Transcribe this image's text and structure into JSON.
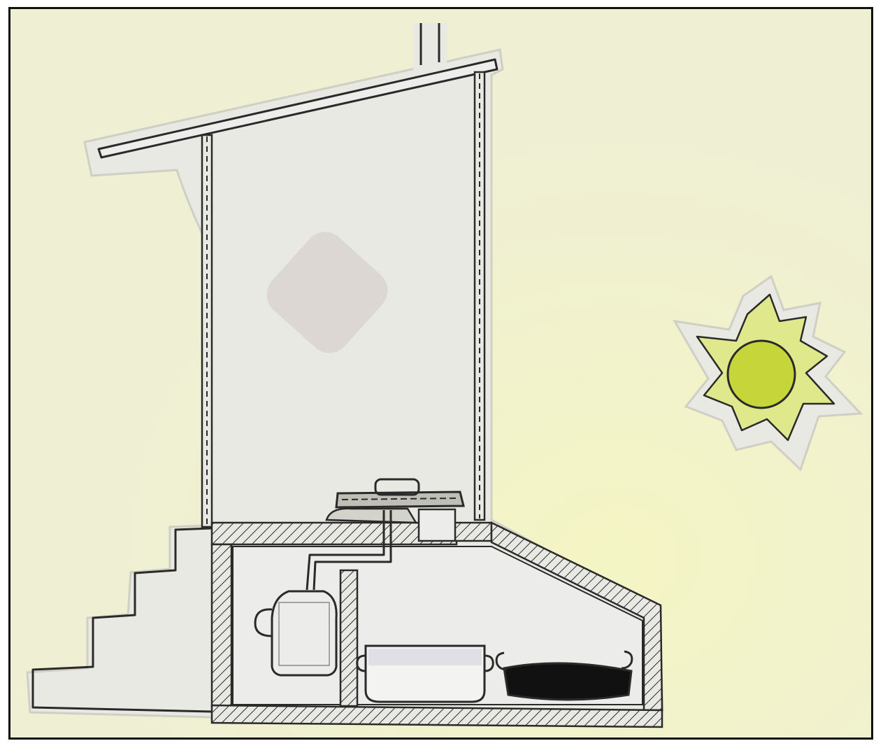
{
  "colors": {
    "paper": "#f2f2cf",
    "cutout": "#e9e9e4",
    "ink": "#2a2a2a",
    "sun": "#c6d63a",
    "sun_glow": "#dfe88a",
    "waste": "#111111",
    "stain": "#c9b8b8"
  },
  "illustration": {
    "parts": [
      "chimney",
      "roof",
      "toilet-chamber",
      "stairs",
      "lid",
      "urine-pipe",
      "urine-jug",
      "divider-wall",
      "empty-pot",
      "waste-pot",
      "sun"
    ]
  }
}
